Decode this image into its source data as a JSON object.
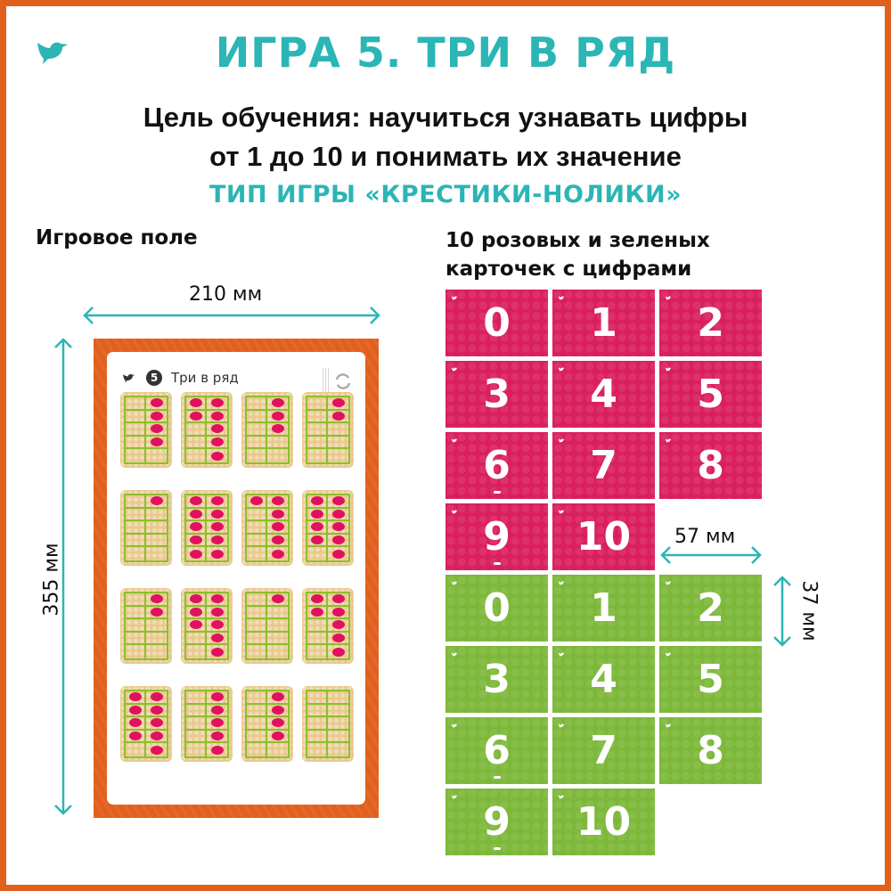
{
  "header": {
    "title": "ИГРА 5. ТРИ В РЯД",
    "goal_line1": "Цель обучения: научиться узнавать цифры",
    "goal_line2": "от 1 до 10 и понимать их значение",
    "game_type": "ТИП ИГРЫ «КРЕСТИКИ-НОЛИКИ»",
    "logo_icon": "bird-icon"
  },
  "colors": {
    "accent_teal": "#2CB5B5",
    "border_orange": "#E2601E",
    "card_pink": "#DA1F5E",
    "card_green": "#7DB83A",
    "dot_pink": "#E0115F",
    "grid_green": "#8CBF2E"
  },
  "board_section": {
    "label": "Игровое поле",
    "width_label": "210 мм",
    "height_label": "355 мм",
    "board": {
      "number": "5",
      "title": "Три в ряд",
      "frames": [
        {
          "row": 0,
          "col": 0,
          "dots": [
            0,
            1,
            0,
            1,
            0,
            1,
            0,
            1,
            0,
            0
          ]
        },
        {
          "row": 0,
          "col": 1,
          "dots": [
            1,
            1,
            1,
            1,
            0,
            1,
            0,
            1,
            0,
            1
          ]
        },
        {
          "row": 0,
          "col": 2,
          "dots": [
            0,
            1,
            0,
            1,
            0,
            1,
            0,
            0,
            0,
            0
          ]
        },
        {
          "row": 0,
          "col": 3,
          "dots": [
            0,
            1,
            0,
            1,
            0,
            0,
            0,
            0,
            0,
            0
          ]
        },
        {
          "row": 1,
          "col": 0,
          "dots": [
            0,
            1,
            0,
            0,
            0,
            0,
            0,
            0,
            0,
            0
          ]
        },
        {
          "row": 1,
          "col": 1,
          "dots": [
            1,
            1,
            1,
            1,
            1,
            1,
            1,
            1,
            1,
            1
          ]
        },
        {
          "row": 1,
          "col": 2,
          "dots": [
            1,
            1,
            0,
            1,
            0,
            1,
            0,
            1,
            0,
            1
          ]
        },
        {
          "row": 1,
          "col": 3,
          "dots": [
            1,
            1,
            1,
            1,
            1,
            1,
            1,
            1,
            0,
            1
          ]
        },
        {
          "row": 2,
          "col": 0,
          "dots": [
            0,
            1,
            0,
            1,
            0,
            0,
            0,
            0,
            0,
            0
          ]
        },
        {
          "row": 2,
          "col": 1,
          "dots": [
            1,
            1,
            1,
            1,
            1,
            1,
            0,
            1,
            0,
            1
          ]
        },
        {
          "row": 2,
          "col": 2,
          "dots": [
            0,
            1,
            0,
            0,
            0,
            0,
            0,
            0,
            0,
            0
          ]
        },
        {
          "row": 2,
          "col": 3,
          "dots": [
            1,
            1,
            1,
            1,
            0,
            1,
            0,
            1,
            0,
            1
          ]
        },
        {
          "row": 3,
          "col": 0,
          "dots": [
            1,
            1,
            1,
            1,
            1,
            1,
            1,
            1,
            0,
            1
          ]
        },
        {
          "row": 3,
          "col": 1,
          "dots": [
            0,
            1,
            0,
            1,
            0,
            1,
            0,
            1,
            0,
            1
          ]
        },
        {
          "row": 3,
          "col": 2,
          "dots": [
            0,
            1,
            0,
            1,
            0,
            1,
            0,
            1,
            0,
            0
          ]
        },
        {
          "row": 3,
          "col": 3,
          "dots": [
            0,
            0,
            0,
            0,
            0,
            0,
            0,
            0,
            0,
            0
          ]
        }
      ]
    }
  },
  "cards_section": {
    "label_line1": "10 розовых и зеленых",
    "label_line2": "карточек с цифрами",
    "card_width_label": "57 мм",
    "card_height_label": "37 мм",
    "pink_cards": [
      "0",
      "1",
      "2",
      "3",
      "4",
      "5",
      "6",
      "7",
      "8",
      "9",
      "10"
    ],
    "green_cards": [
      "0",
      "1",
      "2",
      "3",
      "4",
      "5",
      "6",
      "7",
      "8",
      "9",
      "10"
    ]
  }
}
